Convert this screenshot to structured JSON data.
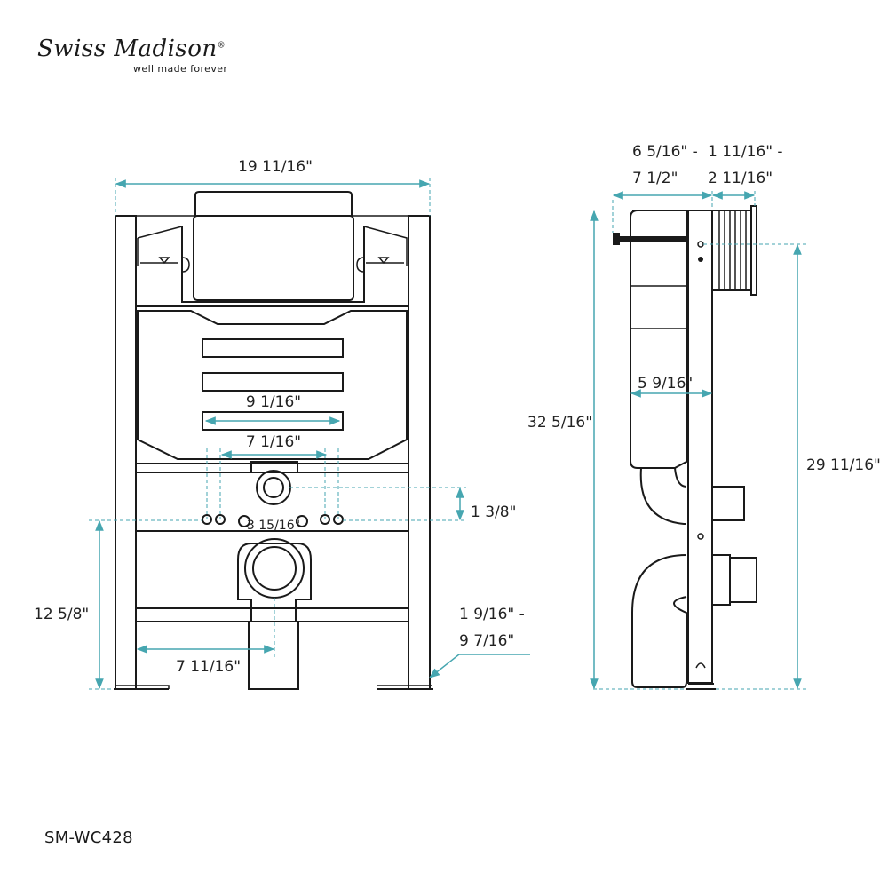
{
  "brand": {
    "name": "Swiss Madison",
    "registered": "®",
    "tagline": "well made forever"
  },
  "model": "SM-WC428",
  "colors": {
    "line": "#1a1a1a",
    "dimension": "#46a6b0",
    "background": "#ffffff"
  },
  "front_view": {
    "overall_width": "19 11/16\"",
    "flush_plate_width": "9 1/16\"",
    "bolt_spacing_outer": "7 1/16\"",
    "bolt_spacing_inner": "3 15/16\"",
    "bolt_height_offset": "1 3/8\"",
    "drain_height": "12 5/8\"",
    "drain_offset": "7 11/16\"",
    "leg_adjust_range_top": "1 9/16\" -",
    "leg_adjust_range_bottom": "9 7/16\""
  },
  "side_view": {
    "depth_range_top": "6 5/16\" -",
    "depth_range_bottom": "7 1/2\"",
    "cover_range_top": "1 11/16\" -",
    "cover_range_bottom": "2 11/16\"",
    "tank_depth": "5 9/16\"",
    "overall_height": "32 5/16\"",
    "flush_plate_height": "29 11/16\""
  }
}
